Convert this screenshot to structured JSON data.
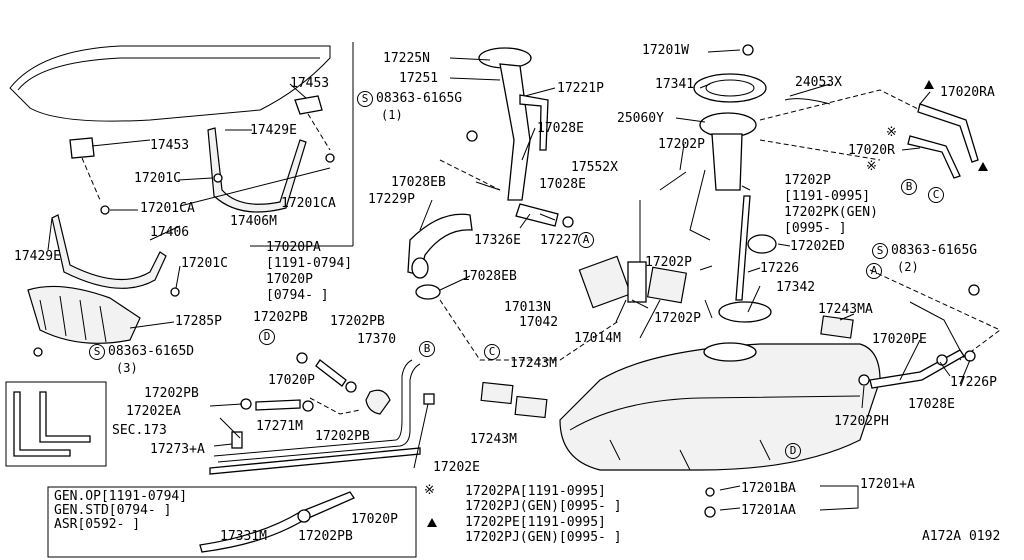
{
  "diagram": {
    "ref_code": "A172A 0192",
    "labels": {
      "p17225N": "17225N",
      "p17251": "17251",
      "p17221P": "17221P",
      "s08363_6165G_1": "08363-6165G",
      "s08363_6165G_1_qty": "(1)",
      "p17028E_a": "17028E",
      "p17028EB_a": "17028EB",
      "p17229P": "17229P",
      "p17326E": "17326E",
      "p17227": "17227",
      "p17028E_b": "17028E",
      "p17028EB_b": "17028EB",
      "p17453_a": "17453",
      "p17429E_a": "17429E",
      "p17453_b": "17453",
      "p17201C_a": "17201C",
      "p17201CA_a": "17201CA",
      "p17201CA_b": "17201CA",
      "p17406M": "17406M",
      "p17429E_b": "17429E",
      "p17406": "17406",
      "p17201C_b": "17201C",
      "p17285P": "17285P",
      "s08363_6165D": "08363-6165D",
      "s08363_6165D_qty": "(3)",
      "p17020PA": "17020PA",
      "p17020PA_date": "[1191-0794]",
      "p17020P_a": "17020P",
      "p17020P_a_date": "[0794-     ]",
      "p17202PB_a": "17202PB",
      "p17202PB_b": "17202PB",
      "p17370": "17370",
      "p17202PB_c": "17202PB",
      "p17020P_b": "17020P",
      "p17202EA": "17202EA",
      "p17202PB_d": "17202PB",
      "p17271M": "17271M",
      "p17273A": "17273+A",
      "sec173": "SEC.173",
      "p17202E": "17202E",
      "p17243M_a": "17243M",
      "p17243M_b": "17243M",
      "p17201W": "17201W",
      "p17341": "17341",
      "p24053X": "24053X",
      "p25060Y": "25060Y",
      "p17202P_a": "17202P",
      "p17552X": "17552X",
      "p17202P_b": "17202P",
      "p17202P_b_date1": "[1191-0995]",
      "p17202PK": "17202PK(GEN)",
      "p17202PK_date": "[0995-     ]",
      "p17202ED": "17202ED",
      "p17202P_c": "17202P",
      "p17226": "17226",
      "p17013N": "17013N",
      "p17042": "17042",
      "p17014M": "17014M",
      "p17342": "17342",
      "p17202P_d": "17202P",
      "p17020RA": "17020RA",
      "p17020R": "17020R",
      "s08363_6165G_2": "08363-6165G",
      "s08363_6165G_2_qty": "(2)",
      "p17243MA": "17243MA",
      "p17020PE": "17020PE",
      "p17226P": "17226P",
      "p17028E_c": "17028E",
      "p17202PH": "17202PH",
      "p17201BA": "17201BA",
      "p17201A": "17201+A",
      "p17201AA": "17201AA",
      "p17331M": "17331M",
      "p17202PB_e": "17202PB",
      "p17020P_c": "17020P",
      "gen_op": "GEN.OP[1191-0794]",
      "gen_std": "GEN.STD[0794-     ]",
      "asr": "ASR[0592-     ]",
      "note1a": "17202PA[1191-0995]",
      "note1b": "17202PJ(GEN)[0995-     ]",
      "note2a": "17202PE[1191-0995]",
      "note2b": "17202PJ(GEN)[0995-     ]"
    },
    "refs": {
      "A": "A",
      "B": "B",
      "C": "C",
      "D": "D",
      "S": "S",
      "star": "※"
    }
  }
}
